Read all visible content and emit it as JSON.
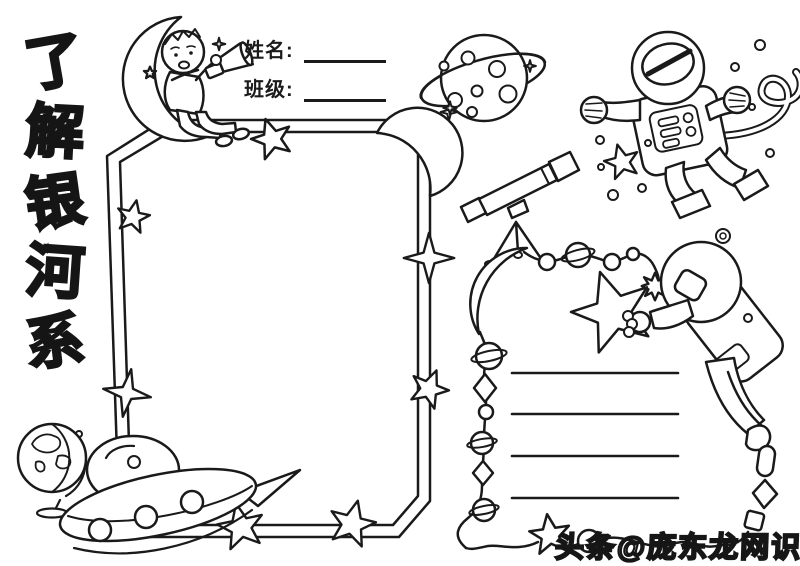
{
  "meta": {
    "background_color": "#ffffff",
    "ink_color": "#1a1a1a",
    "kind": "printable hand-copied newspaper template (galaxy theme)"
  },
  "title": {
    "text": "了解银河系",
    "chars": [
      "了",
      "解",
      "银",
      "河",
      "系"
    ]
  },
  "form": {
    "name_label": "姓名:",
    "class_label": "班级:"
  },
  "panels": {
    "left_frame": {
      "description": "blank writing frame with star-and-moon border",
      "writing_lines": 0
    },
    "right_frame": {
      "description": "beaded planet border frame with astronaut",
      "writing_lines": 4
    }
  },
  "watermark": {
    "text": "头条@庞东龙网识"
  },
  "illustrations": [
    "boy-with-spyglass-on-crescent-moon",
    "saturn-planet-with-craters",
    "telescope-on-tripod",
    "floating-astronaut-with-tether",
    "crescent-moon-frame-corner",
    "astronaut-reaching-for-star",
    "desk-globe",
    "flying-saucer-ufo",
    "stars-and-sparkles"
  ]
}
